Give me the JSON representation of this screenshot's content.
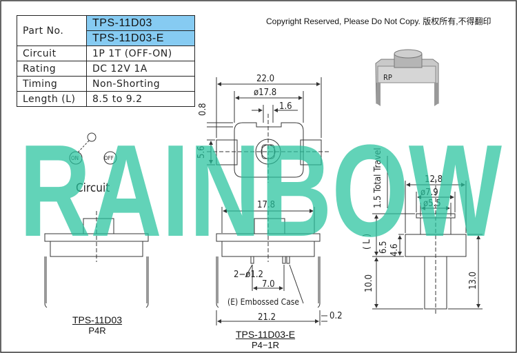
{
  "spec_table": {
    "part_no_label": "Part No.",
    "part_numbers": [
      "TPS-11D03",
      "TPS-11D03-E"
    ],
    "rows": [
      {
        "label": "Circuit",
        "value": "1P 1T (OFF-ON)"
      },
      {
        "label": "Rating",
        "value": "DC 12V 1A"
      },
      {
        "label": "Timing",
        "value": "Non-Shorting"
      },
      {
        "label": "Length (L)",
        "value": "8.5 to 9.2"
      }
    ]
  },
  "copyright": "Copyright Reserved, Please Do Not Copy. 版权所有,不得翻印",
  "watermark": "RAINBOW",
  "switch_photo_label": "RP",
  "circuit": {
    "label": "Circuit",
    "on": "ON",
    "off": "OFF"
  },
  "views": {
    "top": {
      "dim_22": "22.0",
      "dim_17_8": "ø17.8",
      "dim_1_6": "1.6",
      "dim_0_8": "0.8",
      "dim_5_6": "5.6"
    },
    "side": {
      "dim_12_8": "12.8",
      "dim_7_9": "ø7.9",
      "dim_5_5": "ø5.5",
      "travel": "1.5 Total Travel",
      "L": "( L )",
      "dim_6_5": "6.5",
      "dim_4_6": "4.6",
      "dim_10_0": "10.0",
      "dim_13_0": "13.0"
    },
    "front": {
      "dim_17_8": "17.8",
      "dim_2_1_2": "2−ø1.2",
      "dim_7_0": "7.0",
      "embossed": "(E) Embossed Case",
      "dim_21_2": "21.2",
      "dim_0_2": "0.2"
    }
  },
  "labels": {
    "left": {
      "part": "TPS-11D03",
      "code": "P4R"
    },
    "middle": {
      "part": "TPS-11D03-E",
      "code": "P4−1R"
    }
  },
  "colors": {
    "accent_blue": "#86cbf2",
    "watermark_green": "#26c29d",
    "line": "#333333"
  }
}
